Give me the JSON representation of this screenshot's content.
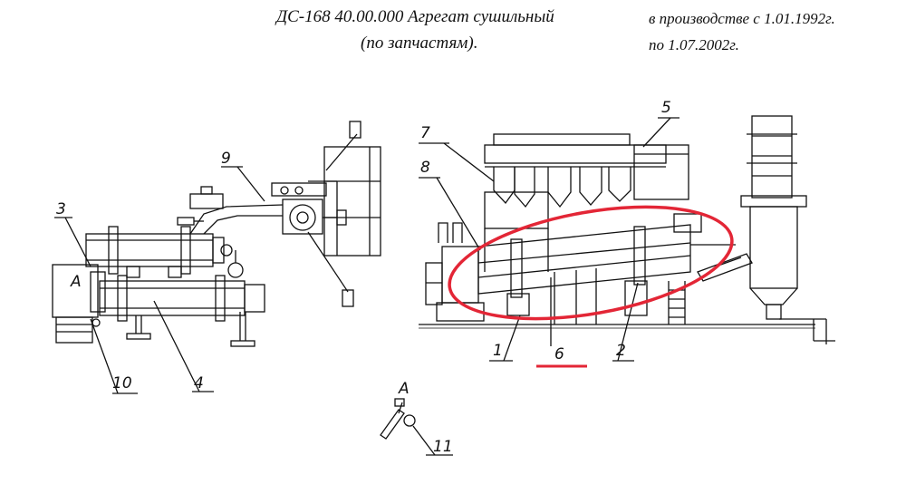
{
  "header": {
    "title": "ДС-168 40.00.000 Агрегат сушильный",
    "subtitle": "(по запчастям).",
    "production_from": "в производстве с 1.01.1992г.",
    "production_to": "по 1.07.2002г."
  },
  "callouts": {
    "c1": "1",
    "c2": "2",
    "c3": "3",
    "c4": "4",
    "c5": "5",
    "c6": "6",
    "c7": "7",
    "c8": "8",
    "c9": "9",
    "c10": "10",
    "c11": "11",
    "view_a_main": "А",
    "view_a_detail": "А"
  },
  "highlight": {
    "ellipse_color": "#e32636",
    "underline_color": "#e32636",
    "highlighted_callout": "6"
  }
}
